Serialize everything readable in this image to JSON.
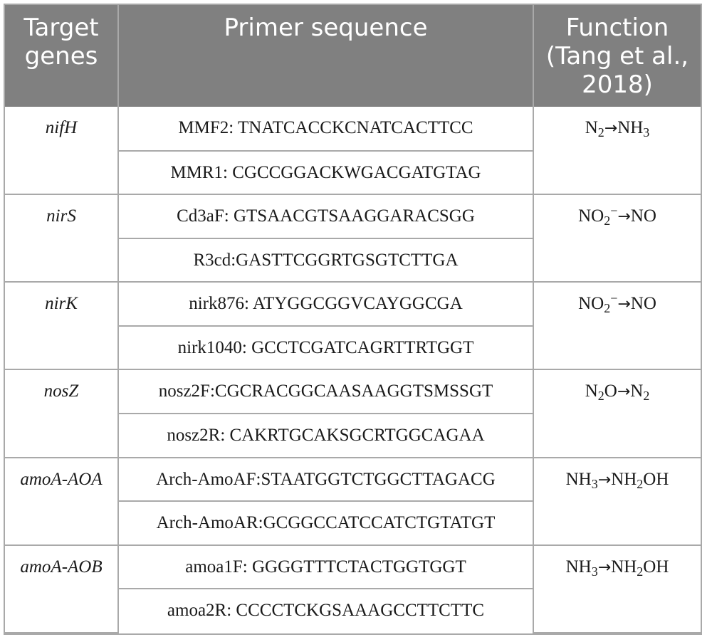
{
  "headers": {
    "target_genes": [
      "Target",
      "genes"
    ],
    "primer_sequence": "Primer sequence",
    "function": [
      "Function",
      "(Tang et al.,",
      "2018)"
    ]
  },
  "rows": [
    {
      "gene": "nifH",
      "primers": [
        "MMF2: TNATCACCKCNATCACTTCC",
        "MMR1: CGCCGGACKWGACGATGTAG"
      ],
      "function": "N₂→NH₃"
    },
    {
      "gene": "nirS",
      "primers": [
        "Cd3aF: GTSAACGTSAAGGARACSGG",
        "R3cd:GASTTCGGRTGSGTCTTGA"
      ],
      "function": "NO₂⁻→NO"
    },
    {
      "gene": "nirK",
      "primers": [
        "nirk876: ATYGGCGGVCAYGGCGA",
        "nirk1040: GCCTCGATCAGRTTRTGGT"
      ],
      "function": "NO₂⁻→NO"
    },
    {
      "gene": "nosZ",
      "primers": [
        "nosz2F:CGCRACGGCAASAAGGTSMSSGT",
        "nosz2R: CAKRTGCAKSGCRTGGCAGAA"
      ],
      "function": "N₂O→N₂"
    },
    {
      "gene": "amoA-AOA",
      "primers": [
        "Arch-AmoAF:STAATGGTCTGGCTTAGACG",
        "Arch-AmoAR:GCGGCCATCCATCTGTATGT"
      ],
      "function": "NH₃→NH₂OH"
    },
    {
      "gene": "amoA-AOB",
      "primers": [
        "amoa1F: GGGGTTTCTACTGGTGGT",
        "amoa2R: CCCCTCKGSAAAGCCTTCTTC"
      ],
      "function": "NH₃→NH₂OH"
    }
  ]
}
